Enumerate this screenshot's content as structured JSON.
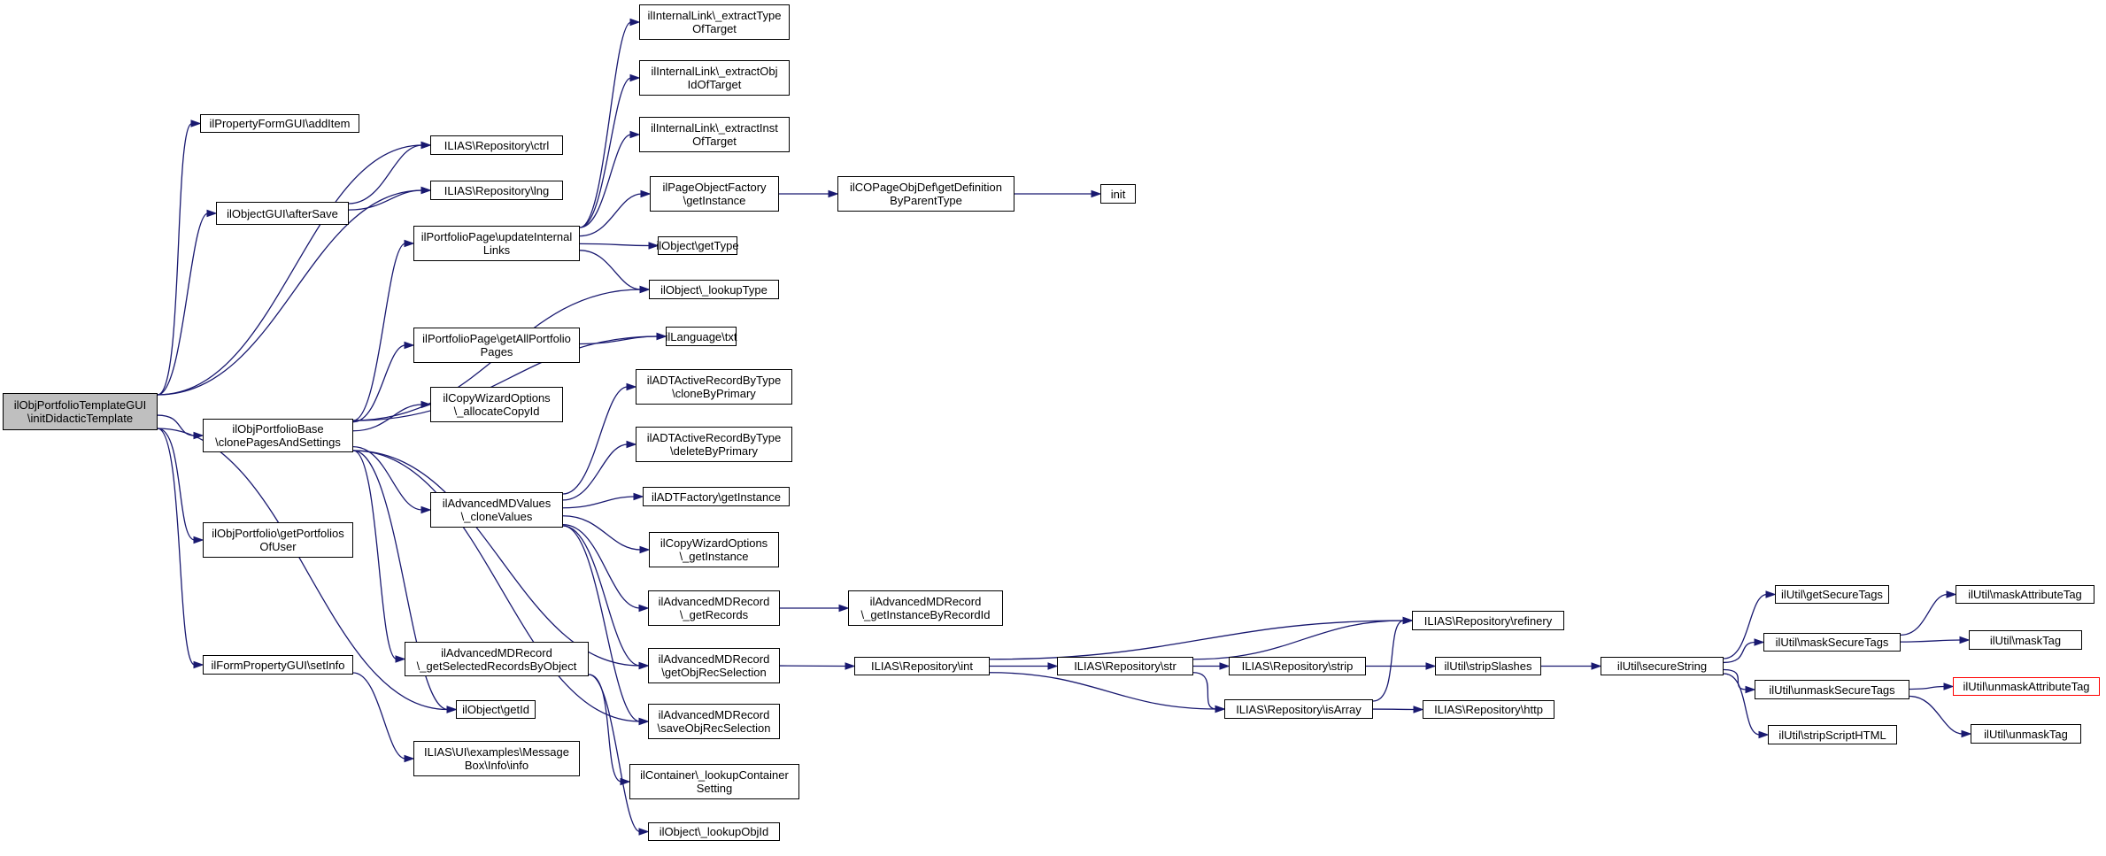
{
  "graph": {
    "root_id": "n0",
    "colors": {
      "edge": "#191970",
      "node_border": "#000000",
      "root_fill": "#bfbfbf",
      "truncated_border": "#ff0000"
    },
    "nodes": [
      {
        "id": "n0",
        "label": "ilObjPortfolioTemplateGUI\n\\initDidacticTemplate"
      },
      {
        "id": "n1",
        "label": "ilPropertyFormGUI\\addItem"
      },
      {
        "id": "n2",
        "label": "ILIAS\\Repository\\ctrl"
      },
      {
        "id": "n3",
        "label": "ilObjectGUI\\afterSave"
      },
      {
        "id": "n4",
        "label": "ILIAS\\Repository\\lng"
      },
      {
        "id": "n5",
        "label": "ilObjPortfolioBase\n\\clonePagesAndSettings"
      },
      {
        "id": "n6",
        "label": "ilPortfolioPage\\updateInternal\nLinks"
      },
      {
        "id": "n7",
        "label": "ilPortfolioPage\\getAllPortfolio\nPages"
      },
      {
        "id": "n8",
        "label": "ilCopyWizardOptions\n\\_allocateCopyId"
      },
      {
        "id": "n9",
        "label": "ilAdvancedMDValues\n\\_cloneValues"
      },
      {
        "id": "n10",
        "label": "ilAdvancedMDRecord\n\\_getSelectedRecordsByObject"
      },
      {
        "id": "n11",
        "label": "ilObject\\getId"
      },
      {
        "id": "n12",
        "label": "ilObjPortfolio\\getPortfolios\nOfUser"
      },
      {
        "id": "n13",
        "label": "ilFormPropertyGUI\\setInfo"
      },
      {
        "id": "n14",
        "label": "ILIAS\\UI\\examples\\Message\nBox\\Info\\info"
      },
      {
        "id": "n15",
        "label": "ilInternalLink\\_extractType\nOfTarget"
      },
      {
        "id": "n16",
        "label": "ilInternalLink\\_extractObj\nIdOfTarget"
      },
      {
        "id": "n17",
        "label": "ilInternalLink\\_extractInst\nOfTarget"
      },
      {
        "id": "n18",
        "label": "ilPageObjectFactory\n\\getInstance"
      },
      {
        "id": "n19",
        "label": "ilObject\\getType"
      },
      {
        "id": "n20",
        "label": "ilObject\\_lookupType"
      },
      {
        "id": "n21",
        "label": "ilLanguage\\txt"
      },
      {
        "id": "n22",
        "label": "ilADTActiveRecordByType\n\\cloneByPrimary"
      },
      {
        "id": "n23",
        "label": "ilADTActiveRecordByType\n\\deleteByPrimary"
      },
      {
        "id": "n24",
        "label": "ilADTFactory\\getInstance"
      },
      {
        "id": "n25",
        "label": "ilCopyWizardOptions\n\\_getInstance"
      },
      {
        "id": "n26",
        "label": "ilAdvancedMDRecord\n\\_getRecords"
      },
      {
        "id": "n27",
        "label": "ilAdvancedMDRecord\n\\getObjRecSelection"
      },
      {
        "id": "n28",
        "label": "ilAdvancedMDRecord\n\\saveObjRecSelection"
      },
      {
        "id": "n29",
        "label": "ilContainer\\_lookupContainer\nSetting"
      },
      {
        "id": "n30",
        "label": "ilObject\\_lookupObjId"
      },
      {
        "id": "n31",
        "label": "ilCOPageObjDef\\getDefinition\nByParentType"
      },
      {
        "id": "n32",
        "label": "init"
      },
      {
        "id": "n33",
        "label": "ilAdvancedMDRecord\n\\_getInstanceByRecordId"
      },
      {
        "id": "n34",
        "label": "ILIAS\\Repository\\int"
      },
      {
        "id": "n35",
        "label": "ILIAS\\Repository\\str"
      },
      {
        "id": "n36",
        "label": "ILIAS\\Repository\\strip"
      },
      {
        "id": "n37",
        "label": "ILIAS\\Repository\\isArray"
      },
      {
        "id": "n38",
        "label": "ILIAS\\Repository\\refinery"
      },
      {
        "id": "n39",
        "label": "ilUtil\\stripSlashes"
      },
      {
        "id": "n40",
        "label": "ILIAS\\Repository\\http"
      },
      {
        "id": "n41",
        "label": "ilUtil\\secureString"
      },
      {
        "id": "n42",
        "label": "ilUtil\\getSecureTags"
      },
      {
        "id": "n43",
        "label": "ilUtil\\maskSecureTags"
      },
      {
        "id": "n44",
        "label": "ilUtil\\unmaskSecureTags"
      },
      {
        "id": "n45",
        "label": "ilUtil\\stripScriptHTML"
      },
      {
        "id": "n46",
        "label": "ilUtil\\maskAttributeTag"
      },
      {
        "id": "n47",
        "label": "ilUtil\\maskTag"
      },
      {
        "id": "n48",
        "label": "ilUtil\\unmaskAttributeTag",
        "truncated": true
      },
      {
        "id": "n49",
        "label": "ilUtil\\unmaskTag"
      }
    ],
    "edges": [
      [
        "n0",
        "n1"
      ],
      [
        "n0",
        "n2"
      ],
      [
        "n0",
        "n3"
      ],
      [
        "n0",
        "n4"
      ],
      [
        "n0",
        "n5"
      ],
      [
        "n0",
        "n11"
      ],
      [
        "n0",
        "n12"
      ],
      [
        "n0",
        "n13"
      ],
      [
        "n3",
        "n2"
      ],
      [
        "n3",
        "n4"
      ],
      [
        "n5",
        "n6"
      ],
      [
        "n5",
        "n7"
      ],
      [
        "n5",
        "n8"
      ],
      [
        "n5",
        "n9"
      ],
      [
        "n5",
        "n10"
      ],
      [
        "n5",
        "n11"
      ],
      [
        "n5",
        "n20"
      ],
      [
        "n5",
        "n21"
      ],
      [
        "n5",
        "n27"
      ],
      [
        "n5",
        "n28"
      ],
      [
        "n6",
        "n15"
      ],
      [
        "n6",
        "n16"
      ],
      [
        "n6",
        "n17"
      ],
      [
        "n6",
        "n18"
      ],
      [
        "n6",
        "n19"
      ],
      [
        "n6",
        "n20"
      ],
      [
        "n7",
        "n21"
      ],
      [
        "n9",
        "n22"
      ],
      [
        "n9",
        "n23"
      ],
      [
        "n9",
        "n24"
      ],
      [
        "n9",
        "n25"
      ],
      [
        "n9",
        "n26"
      ],
      [
        "n9",
        "n27"
      ],
      [
        "n9",
        "n28"
      ],
      [
        "n10",
        "n29"
      ],
      [
        "n10",
        "n30"
      ],
      [
        "n13",
        "n14"
      ],
      [
        "n18",
        "n31"
      ],
      [
        "n31",
        "n32"
      ],
      [
        "n26",
        "n33"
      ],
      [
        "n27",
        "n34"
      ],
      [
        "n34",
        "n35"
      ],
      [
        "n34",
        "n37"
      ],
      [
        "n34",
        "n38"
      ],
      [
        "n35",
        "n36"
      ],
      [
        "n35",
        "n37"
      ],
      [
        "n35",
        "n38"
      ],
      [
        "n36",
        "n39"
      ],
      [
        "n37",
        "n38"
      ],
      [
        "n37",
        "n40"
      ],
      [
        "n39",
        "n41"
      ],
      [
        "n41",
        "n42"
      ],
      [
        "n41",
        "n43"
      ],
      [
        "n41",
        "n44"
      ],
      [
        "n41",
        "n45"
      ],
      [
        "n43",
        "n46"
      ],
      [
        "n43",
        "n47"
      ],
      [
        "n44",
        "n48"
      ],
      [
        "n44",
        "n49"
      ]
    ]
  }
}
